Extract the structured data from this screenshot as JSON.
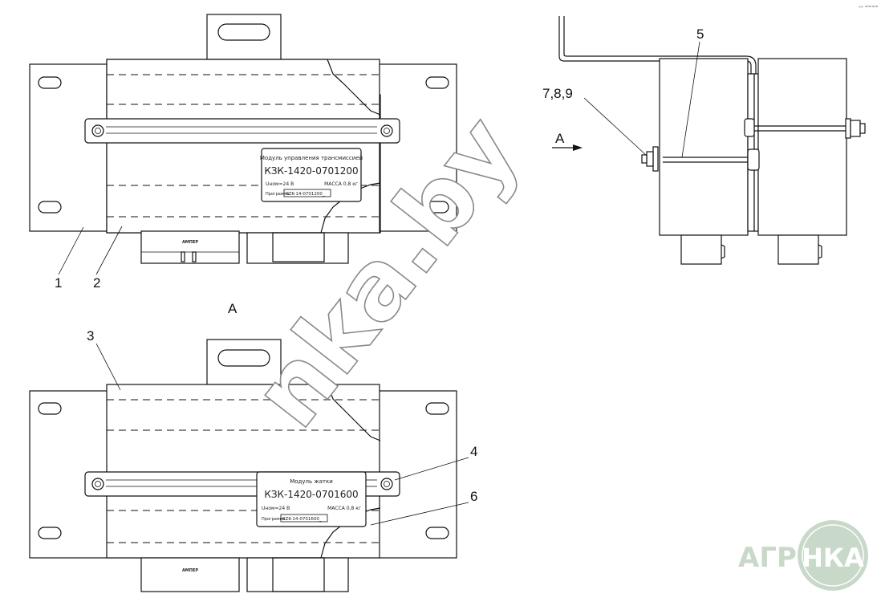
{
  "labels": {
    "part1": "1",
    "part2": "2",
    "part3": "3",
    "part4": "4",
    "part5": "5",
    "part6": "6",
    "part789": "7,8,9",
    "view_a_title": "А",
    "view_a_arrow": "А"
  },
  "top_module": {
    "plate_title": "Модуль управления трансмиссией",
    "plate_code": "КЗК-1420-0701200",
    "plate_voltage": "Uном=24 В",
    "plate_mass": "МАССА 0,8 кг",
    "plate_serial_label": "Программа",
    "plate_serial": "KZK-14-0701200_",
    "connector_mark": "АМПЕР"
  },
  "bottom_module": {
    "plate_title": "Модуль жатки",
    "plate_code": "КЗК-1420-0701600",
    "plate_voltage": "Uном=24 В",
    "plate_mass": "МАССА 0,8 кг",
    "plate_serial_label": "Программа",
    "plate_serial": "KZK-14-0701600_",
    "connector_mark": "АМПЕР"
  },
  "watermark": "nka.by",
  "logo": {
    "left_text": "АГРО",
    "circle_text": "НКА",
    "colors": {
      "circle": "#c9d9c9",
      "text": "#c9d9c9"
    }
  },
  "corner_mark": "«» ===="
}
